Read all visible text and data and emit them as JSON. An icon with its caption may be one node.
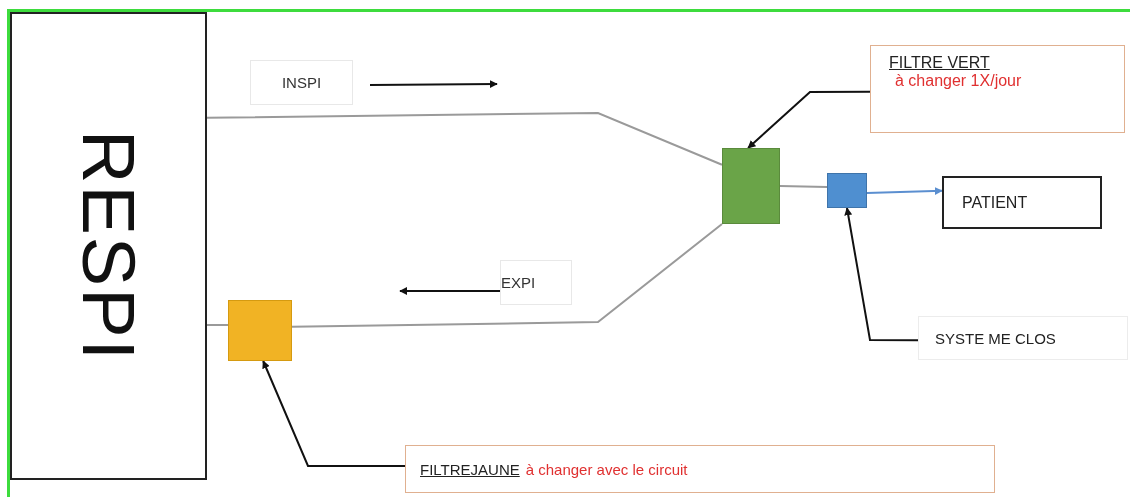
{
  "diagram": {
    "nodes": [
      {
        "text": [
          "RESPI"
        ]
      },
      {
        "text": [
          "INSPI"
        ]
      },
      {
        "text": [
          "FILTRE VERT",
          "à changer 1X/jour"
        ]
      },
      {
        "text": [],
        "shape": "box"
      },
      {
        "text": [],
        "shape": "box"
      },
      {
        "text": [
          "PATIENT"
        ]
      },
      {
        "text": [
          "EXPI"
        ]
      },
      {
        "text": [],
        "shape": "box"
      },
      {
        "text": [
          "SYSTE ME CLOS"
        ]
      },
      {
        "text": [
          "FILTREJAUNE",
          "à changer avec le circuit"
        ]
      }
    ],
    "edges": [
      {
        "from": 0,
        "to": 3,
        "arrow": "none",
        "color": "#9a9a9a"
      },
      {
        "from": 3,
        "to": 7,
        "arrow": "none",
        "color": "#9a9a9a"
      },
      {
        "from": 7,
        "to": 0,
        "arrow": "none",
        "color": "#9a9a9a"
      },
      {
        "from": 3,
        "to": 4,
        "arrow": "none",
        "color": "#9a9a9a"
      },
      {
        "from": 4,
        "to": 5,
        "arrow": "to",
        "color": "#5b8fd0"
      },
      {
        "from": 2,
        "to": 3,
        "arrow": "to",
        "color": "#111111"
      },
      {
        "from": 8,
        "to": 4,
        "arrow": "to",
        "color": "#111111"
      },
      {
        "from": 9,
        "to": 7,
        "arrow": "to",
        "color": "#111111"
      }
    ]
  }
}
